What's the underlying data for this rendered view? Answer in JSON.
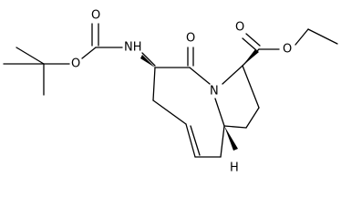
{
  "molecule": {
    "atoms": {
      "o_carbamate_carbonyl": "O",
      "o_carbamate_ester": "O",
      "nh": "NH",
      "o_lactam": "O",
      "n_ring": "N",
      "o_ester_carbonyl": "O",
      "o_ester": "O",
      "h_stereo": "H"
    }
  },
  "colors": {
    "ink": "#000000",
    "background": "#ffffff"
  }
}
